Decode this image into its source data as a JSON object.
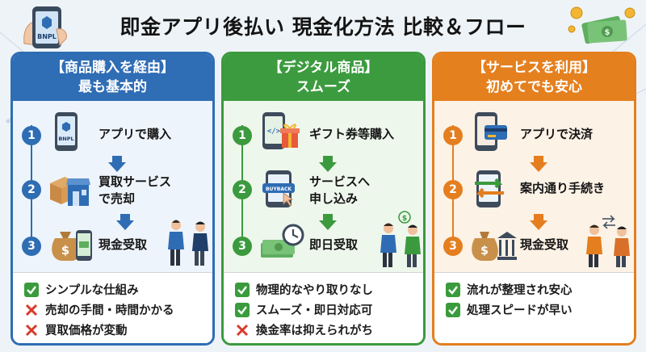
{
  "title": "即金アプリ後払い 現金化方法 比較＆フロー",
  "hero_phone_text": "BNPL",
  "columns": [
    {
      "key": "blue",
      "heading": [
        "【商品購入を経由】",
        "最も基本的"
      ],
      "steps": [
        {
          "num": "1",
          "label": "アプリで購入",
          "icon_text": "BNPL"
        },
        {
          "num": "2",
          "label": "買取サービス\nで売却"
        },
        {
          "num": "3",
          "label": "現金受取"
        }
      ],
      "points": [
        {
          "type": "check",
          "text": "シンプルな仕組み"
        },
        {
          "type": "cross",
          "text": "売却の手間・時間かかる"
        },
        {
          "type": "cross",
          "text": "買取価格が変動"
        }
      ]
    },
    {
      "key": "green",
      "heading": [
        "【デジタル商品】",
        "スムーズ"
      ],
      "steps": [
        {
          "num": "1",
          "label": "ギフト券等購入"
        },
        {
          "num": "2",
          "label": "サービスへ\n申し込み",
          "icon_text": "BUYBACK"
        },
        {
          "num": "3",
          "label": "即日受取"
        }
      ],
      "points": [
        {
          "type": "check",
          "text": "物理的なやり取りなし"
        },
        {
          "type": "check",
          "text": "スムーズ・即日対応可"
        },
        {
          "type": "cross",
          "text": "換金率は抑えられがち"
        }
      ]
    },
    {
      "key": "orange",
      "heading": [
        "【サービスを利用】",
        "初めてでも安心"
      ],
      "steps": [
        {
          "num": "1",
          "label": "アプリで決済"
        },
        {
          "num": "2",
          "label": "案内通り手続き"
        },
        {
          "num": "3",
          "label": "現金受取"
        }
      ],
      "points": [
        {
          "type": "check",
          "text": "流れが整理され安心"
        },
        {
          "type": "check",
          "text": "処理スピードが早い"
        }
      ]
    }
  ],
  "colors": {
    "blue": "#2e6db4",
    "green": "#3b9a3e",
    "orange": "#e47e1e",
    "check": "#3a9b3c",
    "cross": "#d83a2b"
  }
}
